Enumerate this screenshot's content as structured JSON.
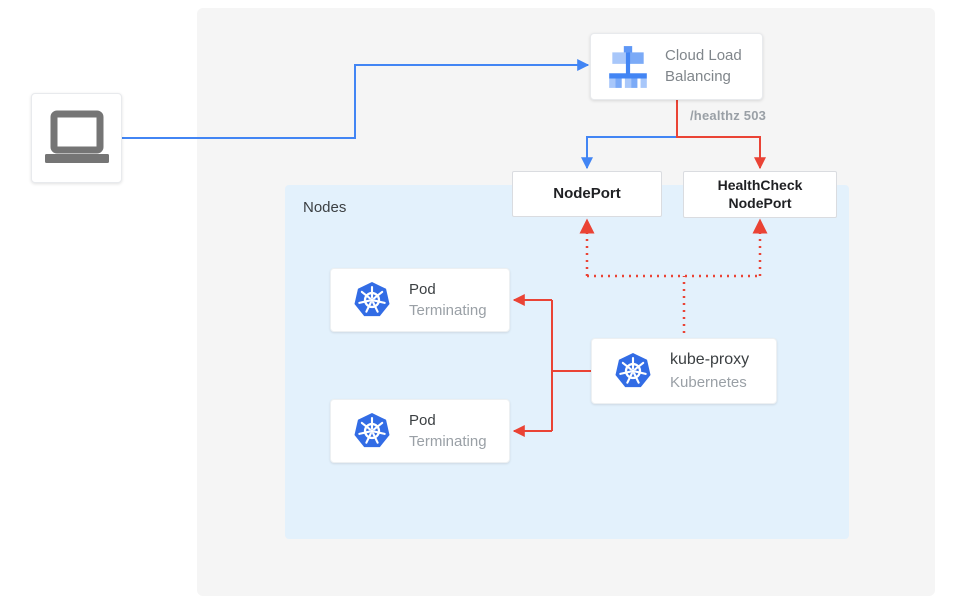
{
  "colors": {
    "traffic_blue": "#4285F4",
    "health_red": "#EA4335",
    "kubernetes_blue": "#326CE5",
    "canvas_bg": "#F5F5F5",
    "nodes_bg": "#E3F1FC"
  },
  "client": {
    "icon": "laptop-icon"
  },
  "cloud_load_balancing": {
    "icon": "cloud-load-balancing-icon",
    "label": "Cloud Load Balancing"
  },
  "healthz_badge": "/healthz 503",
  "node_port": {
    "label": "NodePort"
  },
  "health_check_node_port": {
    "label_line1": "HealthCheck",
    "label_line2": "NodePort"
  },
  "nodes_panel": {
    "label": "Nodes"
  },
  "pods": [
    {
      "icon": "kubernetes-icon",
      "title": "Pod",
      "status": "Terminating"
    },
    {
      "icon": "kubernetes-icon",
      "title": "Pod",
      "status": "Terminating"
    }
  ],
  "kube_proxy": {
    "icon": "kubernetes-icon",
    "title": "kube-proxy",
    "subtitle": "Kubernetes"
  },
  "edges": [
    {
      "from": "client",
      "to": "cloud-load-balancing",
      "color": "blue",
      "style": "solid"
    },
    {
      "from": "cloud-load-balancing",
      "to": "node-port",
      "color": "blue",
      "style": "solid"
    },
    {
      "from": "cloud-load-balancing",
      "to": "health-check-node-port",
      "color": "red",
      "style": "solid",
      "label": "/healthz 503"
    },
    {
      "from": "kube-proxy",
      "to": "pod-1",
      "color": "red",
      "style": "solid"
    },
    {
      "from": "kube-proxy",
      "to": "pod-2",
      "color": "red",
      "style": "solid"
    },
    {
      "from": "kube-proxy",
      "to": "node-port",
      "color": "red",
      "style": "dotted"
    },
    {
      "from": "kube-proxy",
      "to": "health-check-node-port",
      "color": "red",
      "style": "dotted"
    }
  ]
}
